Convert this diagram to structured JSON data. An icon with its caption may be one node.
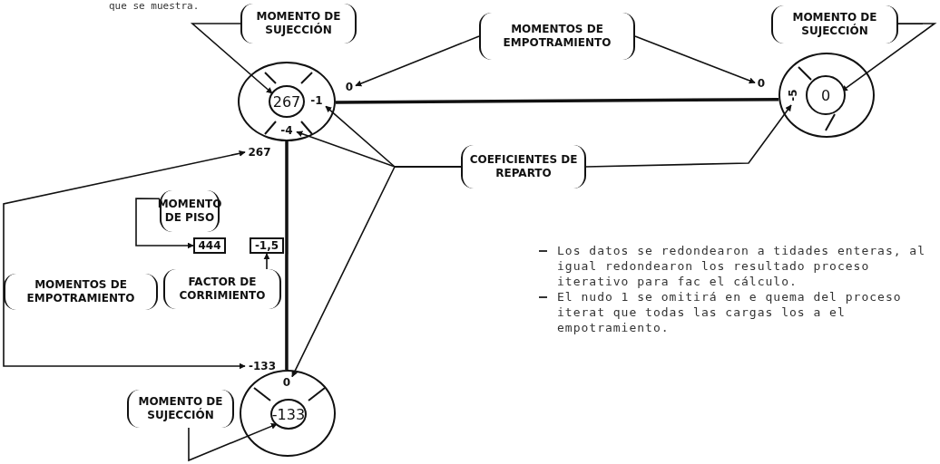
{
  "diagram": {
    "nodes": [
      {
        "text": [
          "MOMENTO DE SUJECCIÓN"
        ]
      },
      {
        "text": [
          "MOMENTOS DE EMPOTRAMIENTO"
        ]
      },
      {
        "text": [
          "MOMENTO DE SUJECCIÓN"
        ]
      },
      {
        "text": [],
        "shape": "circle"
      },
      {
        "text": [
          "267"
        ],
        "in": 3
      },
      {
        "text": [
          "-1"
        ],
        "in": 3
      },
      {
        "text": [
          "-4"
        ],
        "in": 3
      },
      {
        "text": [
          "0"
        ]
      },
      {
        "text": [
          "0"
        ]
      },
      {
        "text": [],
        "shape": "circle"
      },
      {
        "text": [
          "-5"
        ],
        "in": 9
      },
      {
        "text": [
          "0"
        ],
        "in": 9
      },
      {
        "text": [
          "COEFICIENTES DE REPARTO"
        ]
      },
      {
        "text": [
          "267"
        ]
      },
      {
        "text": [
          "MOMENTO DE PISO"
        ]
      },
      {
        "text": [
          "444"
        ]
      },
      {
        "text": [
          "-1,5"
        ]
      },
      {
        "text": [
          "MOMENTOS DE EMPOTRAMIENTO"
        ]
      },
      {
        "text": [
          "FACTOR DE CORRIMIENTO"
        ]
      },
      {
        "text": [
          "-133"
        ]
      },
      {
        "text": [],
        "shape": "circle"
      },
      {
        "text": [
          "0"
        ],
        "in": 20
      },
      {
        "text": [
          "-133"
        ],
        "in": 20
      },
      {
        "text": [
          "MOMENTO DE SUJECCIÓN"
        ]
      }
    ],
    "edges": [
      {
        "from": 0,
        "to": 4,
        "arrow": "to"
      },
      {
        "from": 1,
        "to": 7,
        "arrow": "to"
      },
      {
        "from": 1,
        "to": 8,
        "arrow": "to"
      },
      {
        "from": 2,
        "to": 11,
        "arrow": "to"
      },
      {
        "from": 3,
        "to": 9,
        "arrow": "none",
        "style": "thick"
      },
      {
        "from": 3,
        "to": 20,
        "arrow": "none",
        "style": "thick"
      },
      {
        "from": 12,
        "to": 5,
        "arrow": "to"
      },
      {
        "from": 12,
        "to": 6,
        "arrow": "to"
      },
      {
        "from": 12,
        "to": 21,
        "arrow": "to"
      },
      {
        "from": 12,
        "to": 10,
        "arrow": "to"
      },
      {
        "from": 17,
        "to": 13,
        "arrow": "to"
      },
      {
        "from": 17,
        "to": 19,
        "arrow": "to"
      },
      {
        "from": 14,
        "to": 15,
        "arrow": "to"
      },
      {
        "from": 18,
        "to": 16,
        "arrow": "to"
      },
      {
        "from": 23,
        "to": 22,
        "arrow": "to"
      }
    ],
    "labels": [
      "que se muestra.",
      "Los datos se redondearon a tidades enteras, al igual redondearon los resultado proceso iterativo para fac el cálculo.",
      "El nudo 1 se omitirá en e quema del proceso iterat que todas las cargas los a el empotramiento."
    ]
  }
}
